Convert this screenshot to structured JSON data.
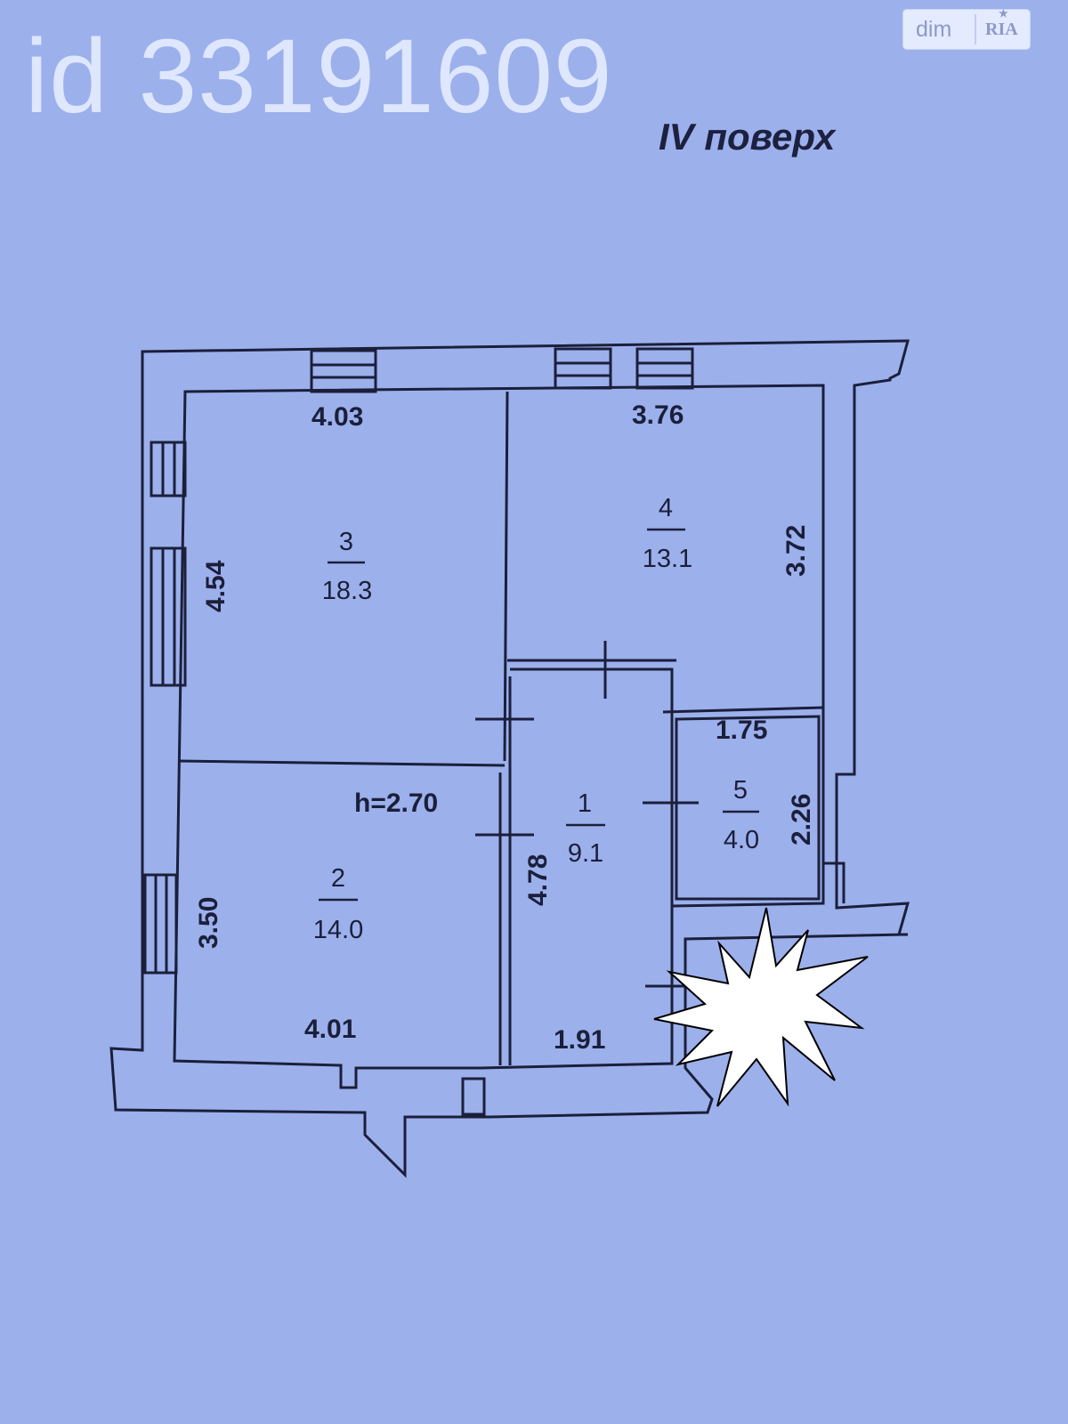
{
  "listing": {
    "id_text": "id 33191609"
  },
  "logo": {
    "left": "dim",
    "right": "RIA"
  },
  "floor_label": "IV поверх",
  "ceiling_height": "h=2.70",
  "rooms": [
    {
      "number": "3",
      "area": "18.3"
    },
    {
      "number": "4",
      "area": "13.1"
    },
    {
      "number": "2",
      "area": "14.0"
    },
    {
      "number": "1",
      "area": "9.1"
    },
    {
      "number": "5",
      "area": "4.0"
    }
  ],
  "dimensions": {
    "room3_width": "4.03",
    "room3_height": "4.54",
    "room4_width": "3.76",
    "room4_height": "3.72",
    "room2_height": "3.50",
    "room2_width": "4.01",
    "room1_height": "4.78",
    "room1_width": "1.91",
    "room5_width": "1.75",
    "room5_height": "2.26"
  },
  "colors": {
    "background": "#9cb0ec",
    "wall": "#1b1f3a",
    "watermark": "#e4ecff",
    "star": "#ffffff"
  }
}
